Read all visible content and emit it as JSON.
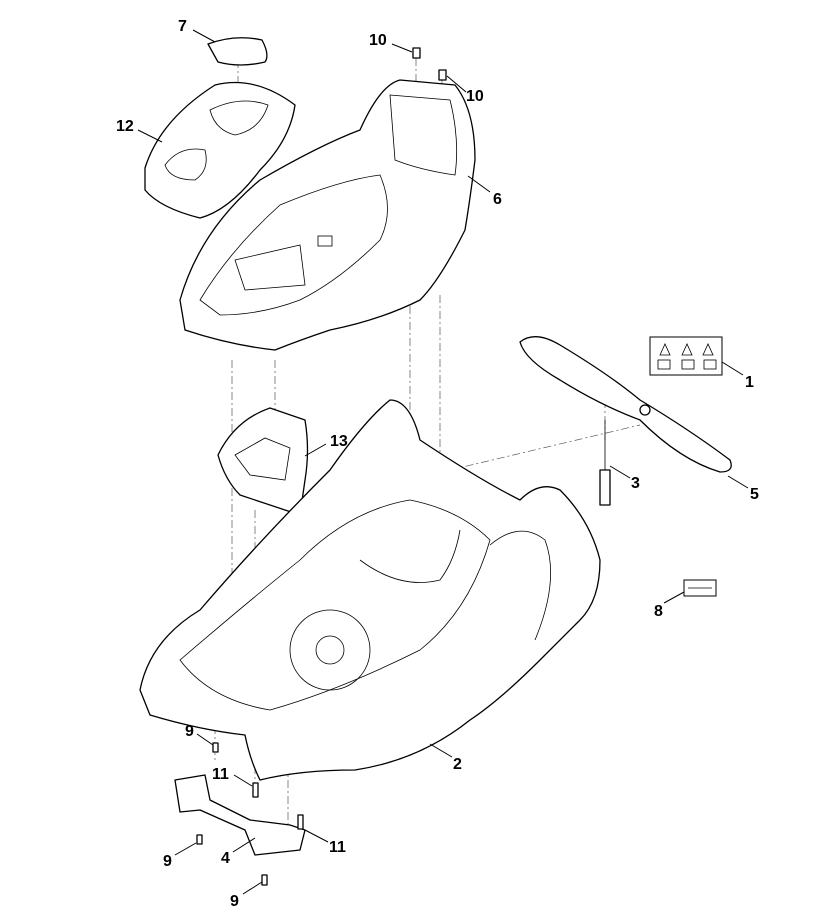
{
  "diagram": {
    "type": "exploded-parts-diagram",
    "callouts": [
      {
        "label": "7"
      },
      {
        "label": "10"
      },
      {
        "label": "10"
      },
      {
        "label": "12"
      },
      {
        "label": "6"
      },
      {
        "label": "1"
      },
      {
        "label": "13"
      },
      {
        "label": "3"
      },
      {
        "label": "5"
      },
      {
        "label": "8"
      },
      {
        "label": "2"
      },
      {
        "label": "9"
      },
      {
        "label": "11"
      },
      {
        "label": "9"
      },
      {
        "label": "4"
      },
      {
        "label": "11"
      },
      {
        "label": "9"
      }
    ]
  }
}
